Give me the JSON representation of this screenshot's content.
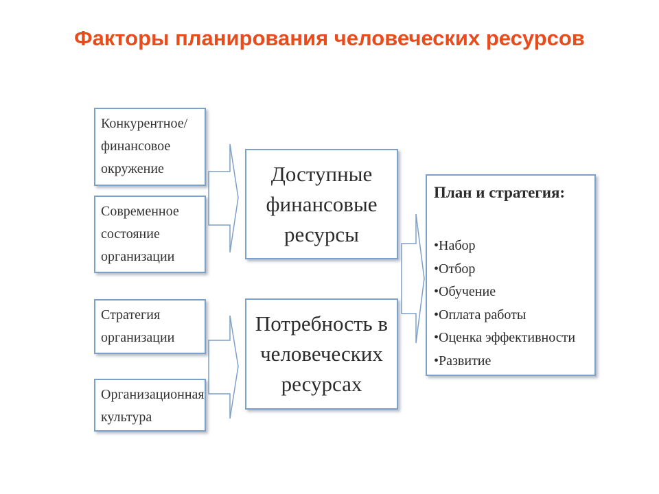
{
  "title": "Факторы планирования человеческих ресурсов",
  "factors": [
    {
      "lines": [
        "Конкурентное/",
        "финансовое",
        "окружение"
      ]
    },
    {
      "lines": [
        "Современное",
        "состояние",
        "организации"
      ]
    },
    {
      "lines": [
        "Стратегия",
        "организации"
      ]
    },
    {
      "lines": [
        "Организационная",
        "культура"
      ]
    }
  ],
  "middle": [
    {
      "lines": [
        "Доступные",
        "финансовые",
        "ресурсы"
      ]
    },
    {
      "lines": [
        "Потребность в",
        "человеческих",
        "ресурсах"
      ]
    }
  ],
  "plan": {
    "heading": "План и стратегия:",
    "items": [
      "Набор",
      "Отбор",
      "Обучение",
      "Оплата работы",
      "Оценка эффективности",
      "Развитие"
    ]
  },
  "colors": {
    "title": "#e84b1c",
    "border": "#7ba0c9"
  }
}
